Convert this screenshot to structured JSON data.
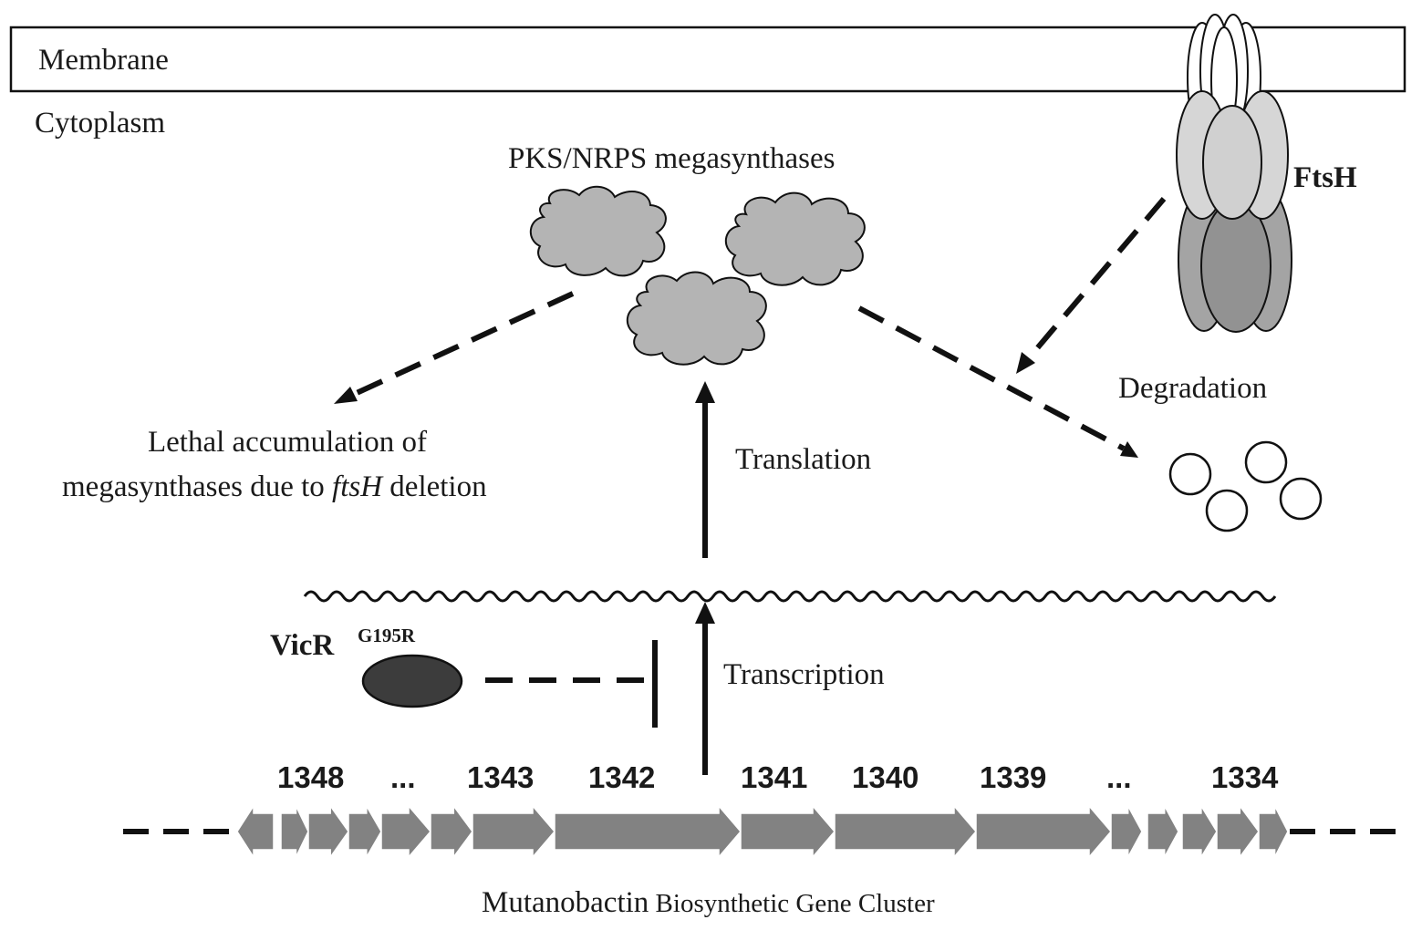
{
  "labels": {
    "membrane": "Membrane",
    "cytoplasm": "Cytoplasm",
    "megasynthases": "PKS/NRPS megasynthases",
    "ftsh": "FtsH",
    "degradation": "Degradation",
    "lethal_line1": "Lethal accumulation  of",
    "lethal_line2_pre": "megasynthases due to ",
    "lethal_line2_italic": "ftsH",
    "lethal_line2_post": " deletion",
    "translation": "Translation",
    "transcription": "Transcription",
    "vicr": "VicR",
    "vicr_mutation": "G195R",
    "cluster_part1": "Mutanobactin",
    "cluster_part2": " Biosynthetic Gene Cluster"
  },
  "genes": [
    "1348",
    "...",
    "1343",
    "1342",
    "1341",
    "1340",
    "1339",
    "...",
    "1334"
  ],
  "colors": {
    "protein_fill": "#b4b4b4",
    "gene_fill": "#828282",
    "vicr_fill": "#3c3c3c",
    "ftsh_top": "#d4d4d4",
    "ftsh_bottom": "#9a9a9a",
    "line": "#111111"
  }
}
